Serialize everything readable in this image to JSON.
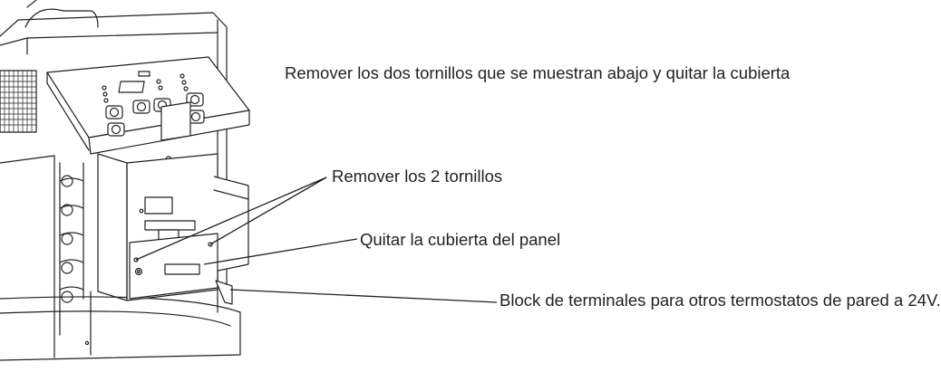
{
  "annotations": {
    "intro": "Remover los dos tornillos que se muestran abajo y quitar la cubierta",
    "screws": "Remover los 2 tornillos",
    "cover": "Quitar la cubierta del panel",
    "terminal_block": "Block de terminales para otros termostatos de pared a 24V."
  },
  "colors": {
    "line": "#231f20",
    "background": "#ffffff"
  }
}
